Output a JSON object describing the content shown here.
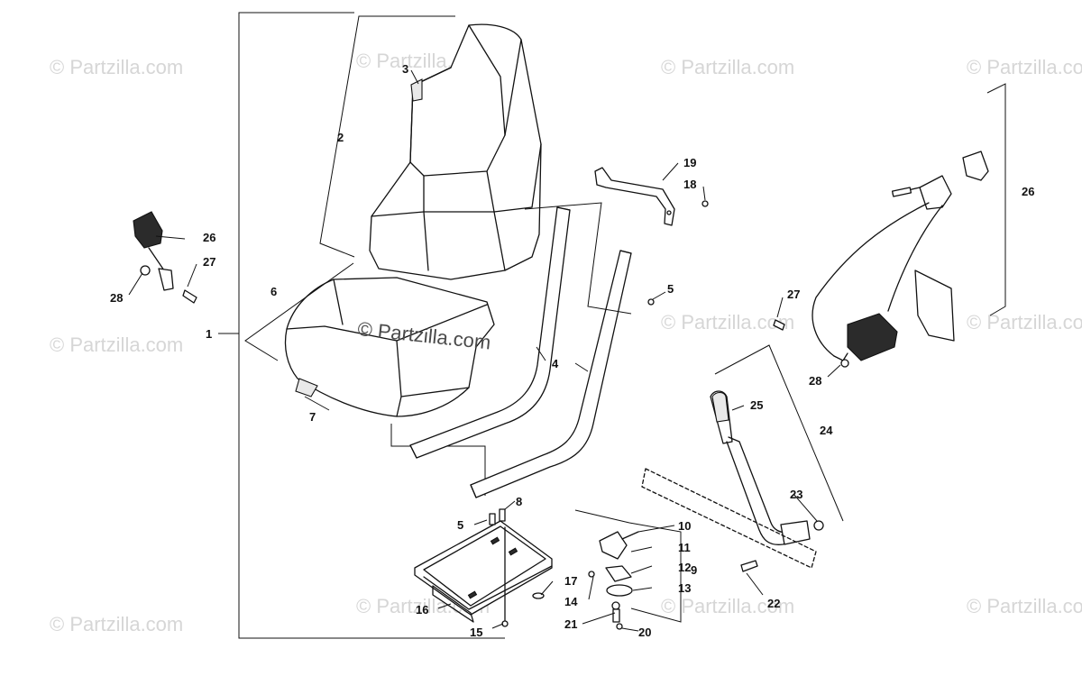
{
  "watermark": {
    "text": "© Partzilla.com",
    "center_text": "© Partzilla.com"
  },
  "callouts": {
    "c1": "1",
    "c2": "2",
    "c3": "3",
    "c4": "4",
    "c5a": "5",
    "c5b": "5",
    "c6": "6",
    "c7": "7",
    "c8": "8",
    "c9": "9",
    "c10": "10",
    "c11": "11",
    "c12": "12",
    "c13": "13",
    "c14": "14",
    "c15": "15",
    "c16": "16",
    "c17": "17",
    "c18": "18",
    "c19": "19",
    "c20": "20",
    "c21": "21",
    "c22": "22",
    "c23": "23",
    "c24": "24",
    "c25": "25",
    "c26a": "26",
    "c26b": "26",
    "c27a": "27",
    "c27b": "27",
    "c28a": "28",
    "c28b": "28"
  }
}
